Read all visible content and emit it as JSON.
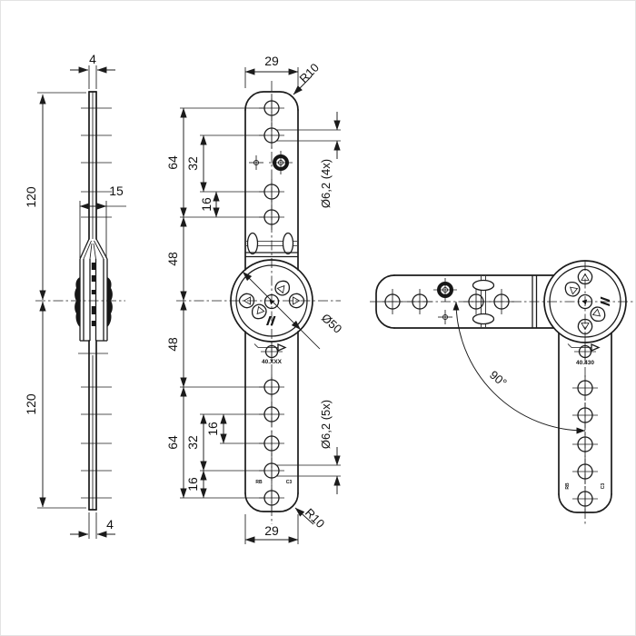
{
  "colors": {
    "line": "#1b1b1b",
    "background": "#ffffff"
  },
  "views": {
    "side": {
      "thickness_top": "4",
      "length_top": "120",
      "hinge_width": "15",
      "length_bottom": "120",
      "thickness_bottom": "4"
    },
    "front": {
      "width_top": "29",
      "corner_radius_top": "R10",
      "spacing_64_top": "64",
      "spacing_32_top": "32",
      "spacing_16_top": "16",
      "spacing_48_top": "48",
      "spacing_48_bottom": "48",
      "spacing_16_bottom_inner": "16",
      "spacing_32_bottom": "32",
      "spacing_64_bottom": "64",
      "spacing_16_bottom_outer": "16",
      "holes_top": "Ø6,2 (4x)",
      "holes_bottom": "Ø6,2 (5x)",
      "disc_diameter": "Ø50",
      "part_mark": "40.XXX",
      "width_bottom": "29",
      "corner_radius_bottom": "R10",
      "stamp_left": "RB",
      "stamp_right": "C3"
    },
    "rotated": {
      "angle": "90°",
      "part_mark": "40.430",
      "stamp_left": "RB",
      "stamp_right": "C3"
    }
  }
}
